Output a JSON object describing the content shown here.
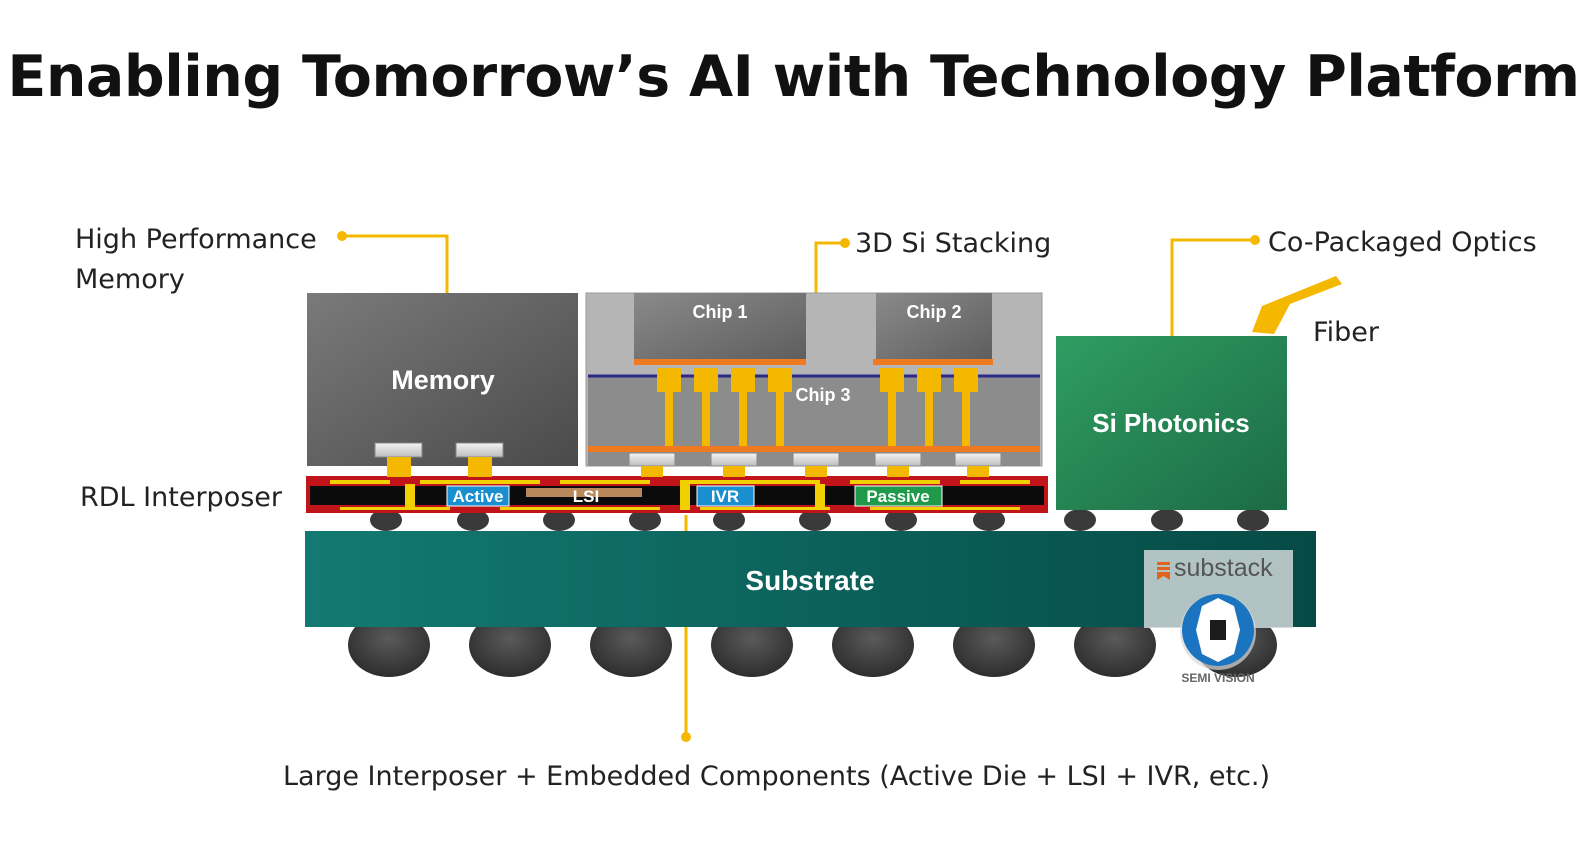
{
  "title": "Enabling Tomorrow’s AI with Technology Platform",
  "callouts": {
    "hbm_line1": "High Performance",
    "hbm_line2": "Memory",
    "stacking": "3D Si Stacking",
    "cpo": "Co-Packaged Optics",
    "fiber": "Fiber",
    "rdl": "RDL Interposer",
    "bottom": "Large Interposer + Embedded Components (Active Die + LSI + IVR, etc.)"
  },
  "blocks": {
    "memory": "Memory",
    "chip1": "Chip 1",
    "chip2": "Chip 2",
    "chip3": "Chip 3",
    "photonics": "Si Photonics",
    "substrate": "Substrate"
  },
  "embedded": {
    "active": "Active",
    "lsi": "LSI",
    "ivr": "IVR",
    "passive": "Passive"
  },
  "watermark": {
    "brand": "substack",
    "caption": "SEMI VISION"
  },
  "colors": {
    "accent_line": "#f5b800",
    "memory_block": "#6b6b6b",
    "photonics_block": "#2a8a5a",
    "substrate": "#0d6a64",
    "interposer_red": "#c0141a",
    "active_tag": "#1a8fd0",
    "ivr_tag": "#1a8fd0",
    "passive_tag": "#1e9a4a"
  },
  "icons": [
    "semi-vision-logo",
    "substack-logo"
  ]
}
